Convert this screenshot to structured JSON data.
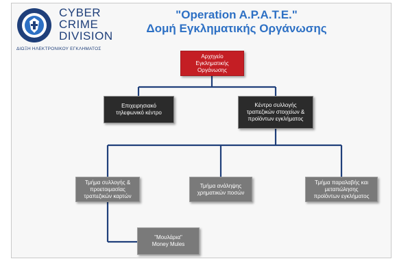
{
  "logo": {
    "lines": [
      "CYBER",
      "CRIME",
      "DIVISION"
    ],
    "subtitle": "ΔΙΩΞΗ ΗΛΕΚΤΡΟΝΙΚΟΥ ΕΓΚΛΗΜΑΤΟΣ",
    "seal_icon": "police-seal-icon"
  },
  "title": {
    "line1": "\"Operation A.P.A.T.E.\"",
    "line2": "Δομή Εγκληματικής Οργάνωσης"
  },
  "colors": {
    "title": "#2d70c4",
    "root_box": "#c41e24",
    "dark_box": "#2b2b2b",
    "leaf_box": "#7a7a7a",
    "connector": "#1f3f7a"
  },
  "nodes": {
    "root": "Αρχηγείο Εγκληματικής\nΟργάνωσης",
    "call_center": "Επιχειρησιακό\nτηλεφωνικό κέντρο",
    "collection_center": "Κέντρο συλλογής\nτραπεζικών στοιχείων &\nπροϊόντων εγκλήματος",
    "card_dept": "Τμήμα συλλογής &\nπροετοιμασίας\nτραπεζικών καρτών",
    "withdrawal_dept": "Τμήμα ανάληψης\nχρηματικών ποσών",
    "receiving_dept": "Τμήμα παραλαβής και\nμεταπώλησης\nπροϊόντων εγκλήματος",
    "money_mules": "\"Μουλάρια\"\nMoney Mules"
  }
}
